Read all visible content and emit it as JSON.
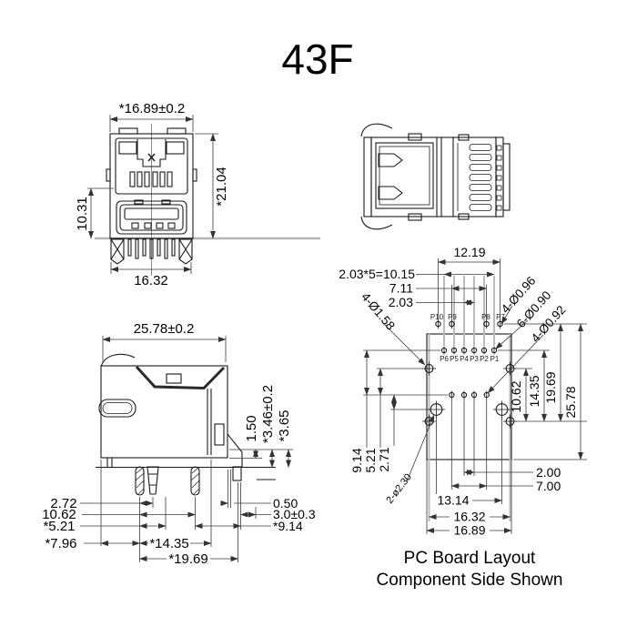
{
  "title": "43F",
  "caption": {
    "line1": "PC Board Layout",
    "line2": "Component Side Shown"
  },
  "front_view": {
    "dim_width_top": "*16.89±0.2",
    "dim_height": "*21.04",
    "dim_usb_height": "10.31",
    "dim_width_bottom": "16.32"
  },
  "side_view": {
    "dim_width_top": "25.78±0.2",
    "dim_standoff": "1.50",
    "dim_pin_a": "*3.46±0.2",
    "dim_pin_b": "*3.65",
    "left": [
      "2.72",
      "10.62",
      "*5.21",
      "*7.96"
    ],
    "center": [
      "*14.35",
      "*19.69"
    ],
    "right": [
      "0.50",
      "3.0±0.3",
      "*9.14"
    ]
  },
  "pcb": {
    "dim_top": "12.19",
    "left_dims": [
      "2.03*5=10.15",
      "7.11",
      "2.03"
    ],
    "callout_shield": "4-Ø1.58",
    "callout_rj45_top": "4-Ø0.96",
    "callout_rj45_mid": "6-Ø0.90",
    "callout_usb": "4-Ø0.92",
    "callout_posts": "2-ø2.30",
    "right_dims": [
      "10.62",
      "14.35",
      "19.69",
      "25.78"
    ],
    "left_vert_dims": [
      "9.14",
      "5.21",
      "2.71"
    ],
    "bottom_right_dims": [
      "2.00",
      "7.00"
    ],
    "bottom_dims": [
      "13.14",
      "16.32",
      "16.89"
    ],
    "pins_top": [
      "P10",
      "P9",
      "P8",
      "P7"
    ],
    "pins_mid": [
      "P6",
      "P5",
      "P4",
      "P3",
      "P2",
      "P1"
    ]
  }
}
